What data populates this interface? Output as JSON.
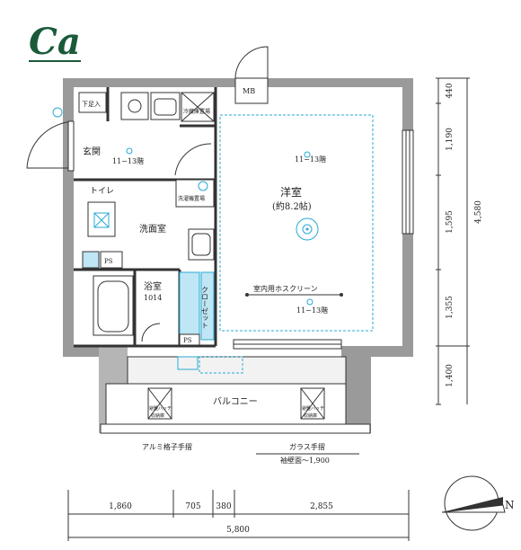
{
  "unit_type": "Ca",
  "rooms": {
    "genkan": "玄関",
    "genkan_ceiling": "11−13階",
    "western": "洋室",
    "western_size": "(約8.2帖)",
    "western_ceiling": "11−13階",
    "toilet": "トイレ",
    "washroom": "洗面室",
    "bath": "浴室",
    "bath_size": "1014",
    "closet": "クローゼット",
    "balcony": "バルコニー",
    "mb": "MB",
    "ps1": "PS",
    "ps2": "PS",
    "shoe_box": "下足入",
    "fridge": "冷蔵庫置場",
    "washer": "洗濯機置場",
    "hose_screen": "室内用ホスクリーン",
    "hose_ceiling": "11−13階",
    "hatch_left_1": "避難ハッチ",
    "hatch_left_2": "収納庫",
    "hatch_right_1": "避難ハッチ",
    "hatch_right_2": "収納庫"
  },
  "notes": {
    "aluminum_rail": "アルミ格子手摺",
    "glass_rail": "ガラス手摺",
    "glass_rail_height": "袖壁面〜1,900"
  },
  "dims_right": [
    "440",
    "1,190",
    "1,595",
    "1,355",
    "1,400"
  ],
  "dim_right_total": "4,580",
  "dims_bottom": [
    "1,860",
    "705",
    "380",
    "2,855"
  ],
  "dim_bottom_total": "5,800",
  "compass_label": "N"
}
